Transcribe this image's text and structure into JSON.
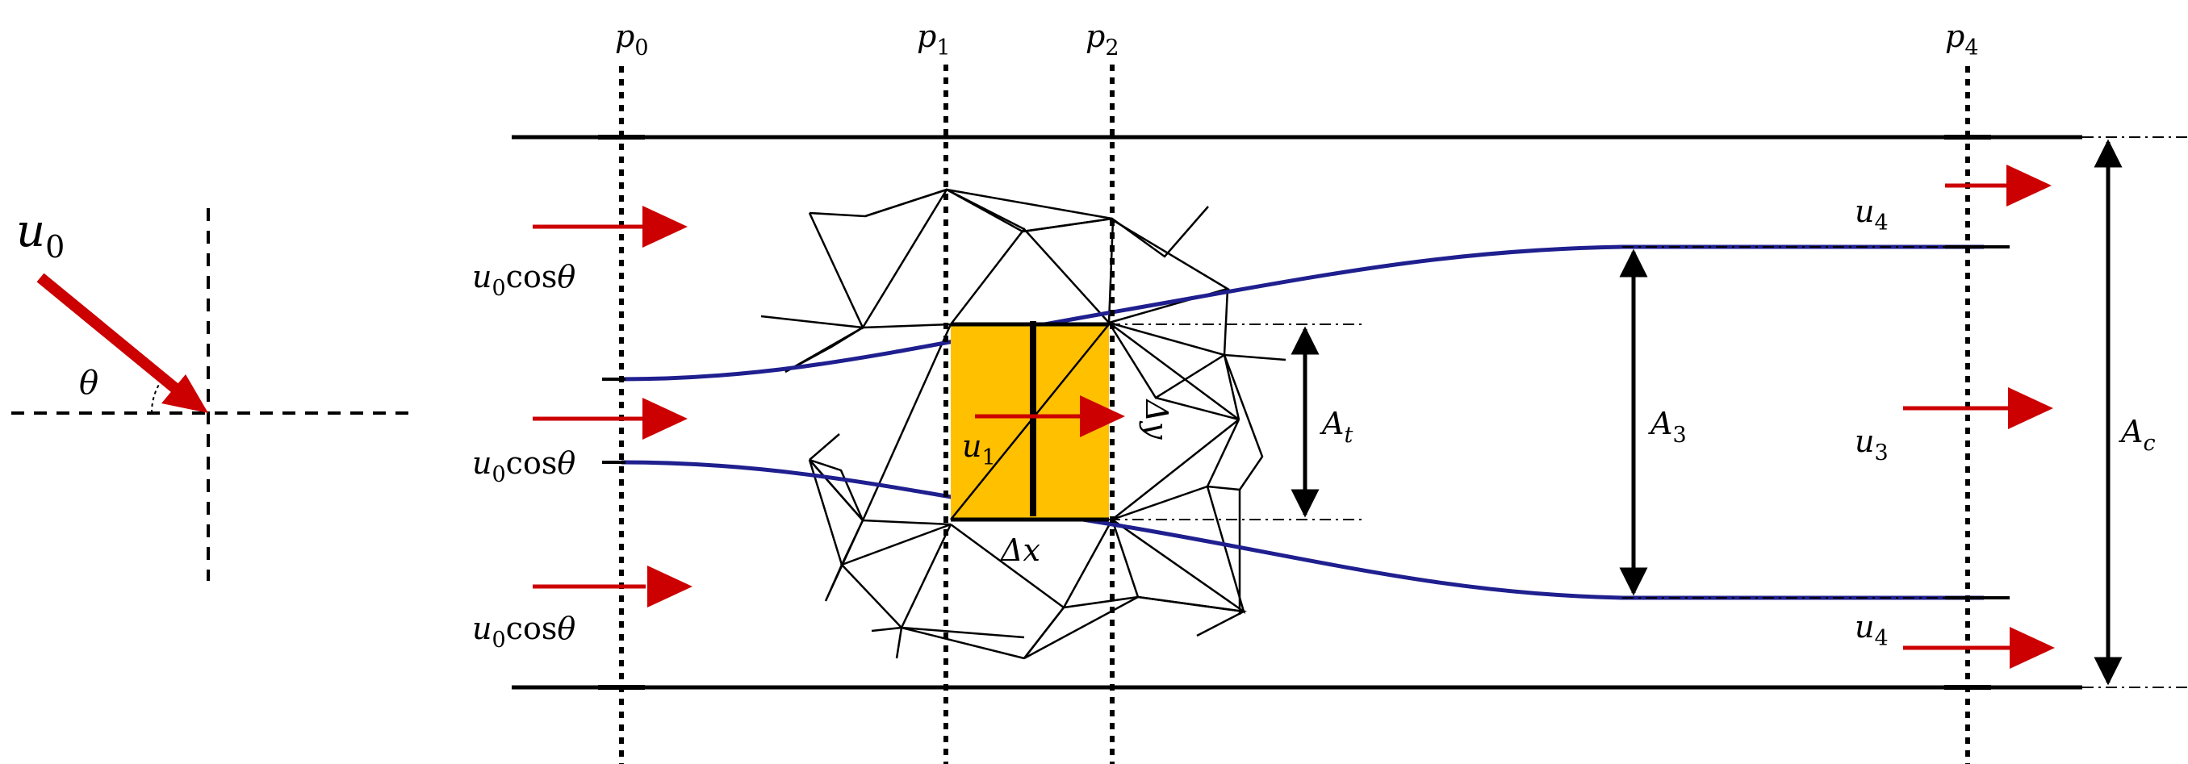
{
  "planes": {
    "p0": {
      "base": "p",
      "sub": "0"
    },
    "p1": {
      "base": "p",
      "sub": "1"
    },
    "p2": {
      "base": "p",
      "sub": "2"
    },
    "p4": {
      "base": "p",
      "sub": "4"
    }
  },
  "incoming": {
    "velocity": {
      "base": "u",
      "sub": "0"
    },
    "angle": "θ"
  },
  "inflow_labels": [
    {
      "base": "u",
      "sub": "0",
      "func": "cos",
      "angle": "θ"
    },
    {
      "base": "u",
      "sub": "0",
      "func": "cos",
      "angle": "θ"
    },
    {
      "base": "u",
      "sub": "0",
      "func": "cos",
      "angle": "θ"
    }
  ],
  "cell": {
    "velocity": {
      "base": "u",
      "sub": "1"
    },
    "dx": "Δx",
    "dy": "Δy",
    "fill_color": "#FFC000"
  },
  "areas": {
    "throat": {
      "base": "A",
      "sub": "t"
    },
    "wake": {
      "base": "A",
      "sub": "3"
    },
    "channel": {
      "base": "A",
      "sub": "c"
    }
  },
  "outflow": {
    "bypass_top": {
      "base": "u",
      "sub": "4"
    },
    "wake": {
      "base": "u",
      "sub": "3"
    },
    "bypass_bottom": {
      "base": "u",
      "sub": "4"
    }
  },
  "colors": {
    "arrow": "#CC0000",
    "streamtube": "#1F1F8F",
    "line": "#000000"
  }
}
